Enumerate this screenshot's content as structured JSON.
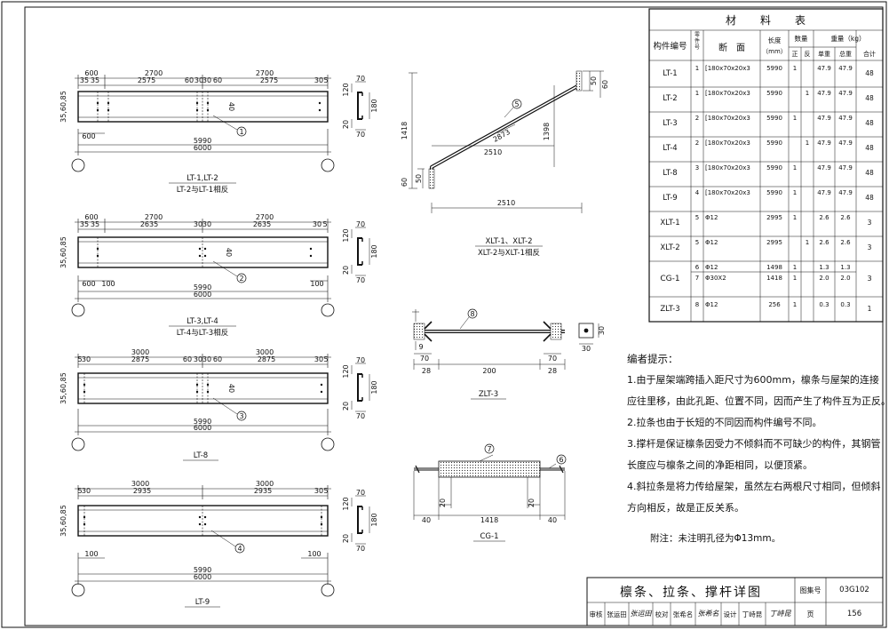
{
  "beams": {
    "lt12": {
      "top_dims": [
        "600",
        "2700",
        "2700"
      ],
      "sub_dims": [
        "35",
        "35",
        "2575",
        "60",
        "30",
        "30",
        "60",
        "2575",
        "30",
        "5"
      ],
      "side_dims": "35,60,85",
      "hole_label": "40",
      "mark": "1",
      "left_dim": "600",
      "total_inner": "5990",
      "total": "6000",
      "section": {
        "top": "120",
        "bottom": "20",
        "height": "180",
        "flange_top": "70",
        "flange_bottom": "70"
      },
      "caption": "LT-1,LT-2",
      "subcaption": "LT-2与LT-1相反"
    },
    "lt34": {
      "top_dims": [
        "600",
        "2700",
        "2700"
      ],
      "sub_dims": [
        "35",
        "35",
        "2635",
        "30",
        "30",
        "2635",
        "30",
        "5"
      ],
      "side_dims": "35,60,85",
      "hole_label": "40",
      "mark": "2",
      "left_dims": [
        "600",
        "100"
      ],
      "right_dim": "100",
      "total_inner": "5990",
      "total": "6000",
      "section": {
        "top": "120",
        "bottom": "20",
        "height": "180",
        "flange_top": "70",
        "flange_bottom": "70"
      },
      "caption": "LT-3,LT-4",
      "subcaption": "LT-4与LT-3相反"
    },
    "lt8": {
      "top_dims": [
        "3000",
        "3000"
      ],
      "sub_dims": [
        "5",
        "30",
        "2875",
        "60",
        "30",
        "30",
        "60",
        "2875",
        "30",
        "5"
      ],
      "side_dims": "35,60,85",
      "hole_label": "40",
      "mark": "3",
      "total_inner": "5990",
      "total": "6000",
      "section": {
        "top": "120",
        "bottom": "20",
        "height": "180",
        "flange_top": "70",
        "flange_bottom": "70"
      },
      "caption": "LT-8"
    },
    "lt9": {
      "top_dims": [
        "3000",
        "3000"
      ],
      "sub_dims": [
        "5",
        "30",
        "2935",
        "2935",
        "30",
        "5"
      ],
      "side_dims": "35,60,85",
      "mark": "4",
      "left_dim": "100",
      "right_dim": "100",
      "total_inner": "5990",
      "total": "6000",
      "section": {
        "top": "120",
        "bottom": "20",
        "height": "180",
        "flange_top": "70",
        "flange_bottom": "70"
      },
      "caption": "LT-9"
    }
  },
  "xlt": {
    "height": "1418",
    "dim_top_a": "50",
    "dim_top_b": "60",
    "dim_bot_a": "60",
    "dim_bot_b": "50",
    "diag": "2873",
    "rise": "1398",
    "inner_w": "2510",
    "outer_w": "2510",
    "mark": "5",
    "caption": "XLT-1、XLT-2",
    "subcaption": "XLT-2与XLT-1相反"
  },
  "zlt": {
    "mark": "8",
    "dim_left": "70",
    "dim_right": "70",
    "end_a": "28",
    "span": "200",
    "end_b": "28",
    "nut_h": "9",
    "plate_a": "30",
    "plate_b": "30",
    "caption": "ZLT-3"
  },
  "cg": {
    "mark_tube": "7",
    "mark_rod": "6",
    "inner_a": "20",
    "inner_b": "20",
    "end_a": "40",
    "length": "1418",
    "end_b": "40",
    "caption": "CG-1"
  },
  "table": {
    "title": "材　　料　　表",
    "headers": {
      "id": "构件编号",
      "num": "零件号",
      "section": "断　面",
      "length": "长度",
      "length_unit": "（mm）",
      "qty": "数量",
      "qty_pos": "正",
      "qty_neg": "反",
      "weight": "重量（kg）",
      "unit_w": "单重",
      "total_w": "总重",
      "sum": "合计"
    },
    "rows": [
      {
        "id": "LT-1",
        "num": "1",
        "section": "[180x70x20x3",
        "length": "5990",
        "pos": "1",
        "neg": "",
        "unit": "47.9",
        "total": "47.9",
        "sum": "48"
      },
      {
        "id": "LT-2",
        "num": "1",
        "section": "[180x70x20x3",
        "length": "5990",
        "pos": "",
        "neg": "1",
        "unit": "47.9",
        "total": "47.9",
        "sum": "48"
      },
      {
        "id": "LT-3",
        "num": "2",
        "section": "[180x70x20x3",
        "length": "5990",
        "pos": "1",
        "neg": "",
        "unit": "47.9",
        "total": "47.9",
        "sum": "48"
      },
      {
        "id": "LT-4",
        "num": "2",
        "section": "[180x70x20x3",
        "length": "5990",
        "pos": "",
        "neg": "1",
        "unit": "47.9",
        "total": "47.9",
        "sum": "48"
      },
      {
        "id": "LT-8",
        "num": "3",
        "section": "[180x70x20x3",
        "length": "5990",
        "pos": "1",
        "neg": "",
        "unit": "47.9",
        "total": "47.9",
        "sum": "48"
      },
      {
        "id": "LT-9",
        "num": "4",
        "section": "[180x70x20x3",
        "length": "5990",
        "pos": "1",
        "neg": "",
        "unit": "47.9",
        "total": "47.9",
        "sum": "48"
      },
      {
        "id": "XLT-1",
        "num": "5",
        "section": "Φ12",
        "length": "2995",
        "pos": "1",
        "neg": "",
        "unit": "2.6",
        "total": "2.6",
        "sum": "3"
      },
      {
        "id": "XLT-2",
        "num": "5",
        "section": "Φ12",
        "length": "2995",
        "pos": "",
        "neg": "1",
        "unit": "2.6",
        "total": "2.6",
        "sum": "3"
      }
    ],
    "cg_id": "CG-1",
    "cg_rows": [
      {
        "num": "6",
        "section": "Φ12",
        "length": "1498",
        "pos": "1",
        "neg": "",
        "unit": "1.3",
        "total": "1.3"
      },
      {
        "num": "7",
        "section": "Φ30X2",
        "length": "1418",
        "pos": "1",
        "neg": "",
        "unit": "2.0",
        "total": "2.0"
      }
    ],
    "cg_sum": "3",
    "zlt_row": {
      "id": "ZLT-3",
      "num": "8",
      "section": "Φ12",
      "length": "256",
      "pos": "1",
      "neg": "",
      "unit": "0.3",
      "total": "0.3",
      "sum": "1"
    }
  },
  "notes": {
    "heading": "编者提示：",
    "items": [
      "1.由于屋架端跨插入距尺寸为600mm，檩条与屋架的连接",
      "应往里移，由此孔距、位置不同，因而产生了构件互为正反。",
      "2.拉条也由于长短的不同因而构件编号不同。",
      "3.撑杆是保证檩条因受力不倾斜而不可缺少的构件，其钢管",
      "长度应与檩条之间的净距相同，以便顶紧。",
      "4.斜拉条是将力传给屋架，虽然左右两根尺寸相同，但倾斜",
      "方向相反，故是正反关系。"
    ],
    "footnote": "附注：未注明孔径为Φ13mm。"
  },
  "title_block": {
    "title": "檩条、拉条、撑杆详图",
    "atlas_label": "图集号",
    "atlas_no": "03G102",
    "page_label": "页",
    "page_no": "156",
    "review_label": "审核",
    "review_name": "张运田",
    "review_sign": "张运田",
    "check_label": "校对",
    "check_name": "张希名",
    "check_sign": "张希名",
    "design_label": "设计",
    "design_name": "丁峙昆",
    "design_sign": "丁峙昆"
  }
}
